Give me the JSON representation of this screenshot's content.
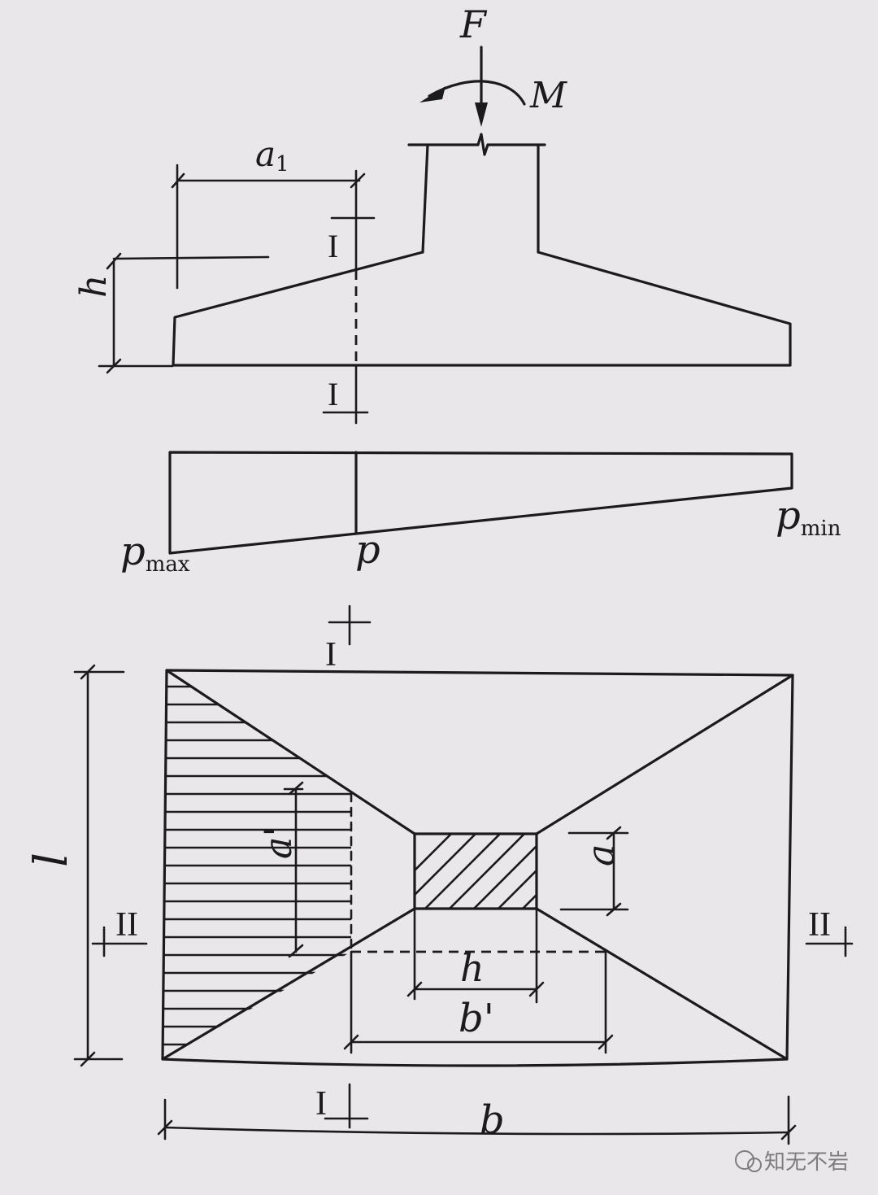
{
  "labels": {
    "F": "F",
    "M": "M",
    "a1": "a",
    "a1_sub": "1",
    "h_side": "h",
    "h_plan": "h",
    "sec1": "I",
    "sec2": "II",
    "p": "p",
    "pmax": "p",
    "pmax_sub": "max",
    "pmin": "p",
    "pmin_sub": "min",
    "l": "l",
    "b": "b",
    "b_prime": "b'",
    "a": "a",
    "a_prime": "a'"
  },
  "watermark": "知无不岩",
  "colors": {
    "ink": "#1b1b1d",
    "paper": "#e9e7ea"
  }
}
